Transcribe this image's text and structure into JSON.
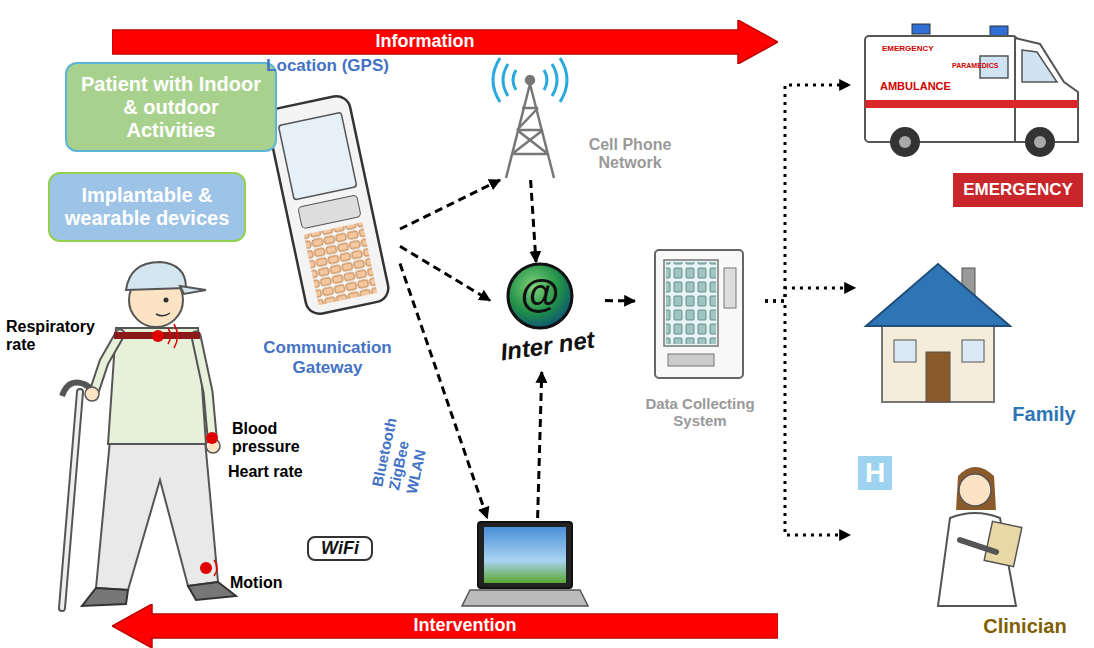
{
  "diagram": {
    "nodes": [
      {
        "text": [
          "Information"
        ]
      },
      {
        "text": [
          "Patient with Indoor & outdoor Activities"
        ]
      },
      {
        "text": [
          "Implantable & wearable devices"
        ]
      },
      {
        "text": [
          "Location (GPS)",
          "Communication Gateway"
        ]
      },
      {
        "text": [
          "Cell Phone Network"
        ]
      },
      {
        "text": [
          "Inter net"
        ]
      },
      {
        "text": []
      },
      {
        "text": [
          "Data Collecting System"
        ]
      },
      {
        "text": [
          "EMERGENCY"
        ]
      },
      {
        "text": [
          "Family"
        ]
      },
      {
        "text": [
          "Clinician"
        ]
      },
      {
        "text": [
          "Intervention"
        ]
      }
    ],
    "edges": [
      {
        "from": 3,
        "to": 4,
        "arrow": "to"
      },
      {
        "from": 3,
        "to": 5,
        "arrow": "to"
      },
      {
        "from": 3,
        "to": 6,
        "arrow": "to"
      },
      {
        "from": 4,
        "to": 5,
        "arrow": "to"
      },
      {
        "from": 6,
        "to": 5,
        "arrow": "to"
      },
      {
        "from": 5,
        "to": 7,
        "arrow": "to"
      },
      {
        "from": 7,
        "to": 8,
        "arrow": "to"
      },
      {
        "from": 7,
        "to": 9,
        "arrow": "to"
      },
      {
        "from": 7,
        "to": 10,
        "arrow": "to"
      }
    ],
    "labels": [
      "Respiratory rate",
      "Blood pressure",
      "Heart rate",
      "Motion",
      "Bluetooth ZigBee WLAN",
      "WiFi",
      "@",
      "EMERGENCY",
      "AMBULANCE",
      "PARAMEDICS",
      "H"
    ]
  }
}
